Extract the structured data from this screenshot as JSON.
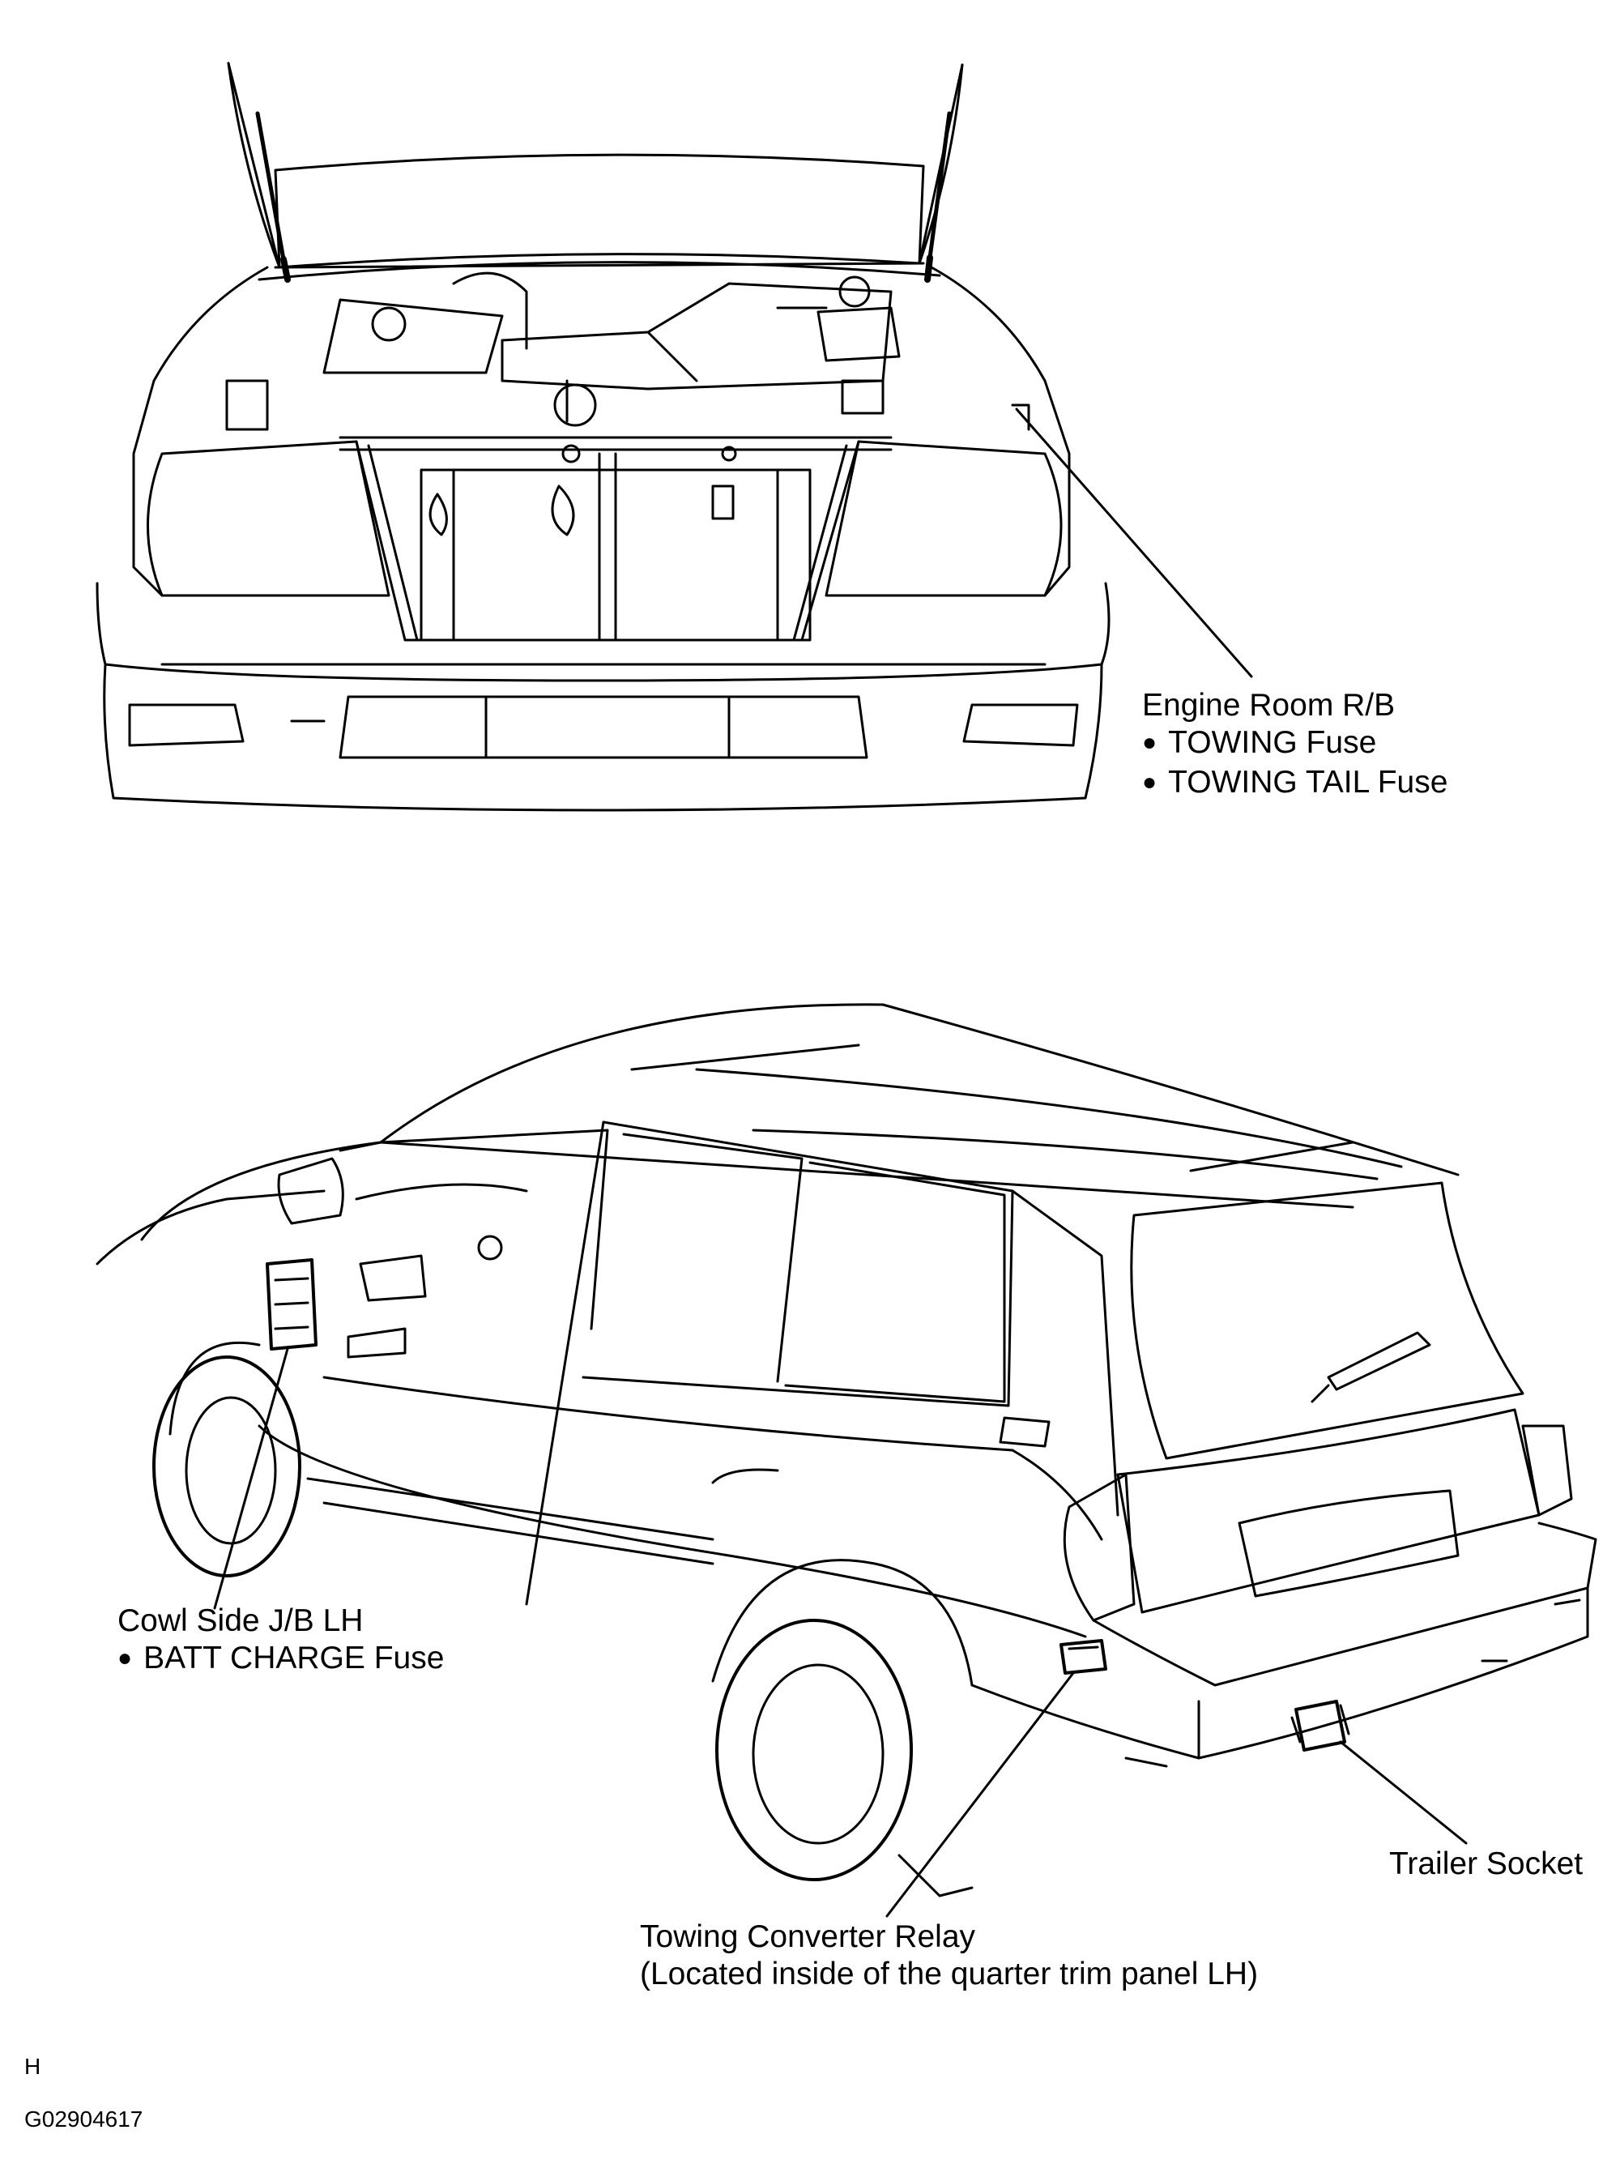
{
  "callouts": {
    "engine_room": {
      "title": "Engine Room R/B",
      "items": [
        "TOWING Fuse",
        "TOWING TAIL Fuse"
      ]
    },
    "cowl_side": {
      "title": "Cowl Side J/B LH",
      "items": [
        "BATT CHARGE Fuse"
      ]
    },
    "towing_relay": {
      "title": "Towing Converter Relay",
      "note": "(Located inside of the quarter trim panel LH)"
    },
    "trailer_socket": {
      "title": "Trailer Socket"
    }
  },
  "footer": {
    "letter": "H",
    "code": "G02904617"
  }
}
